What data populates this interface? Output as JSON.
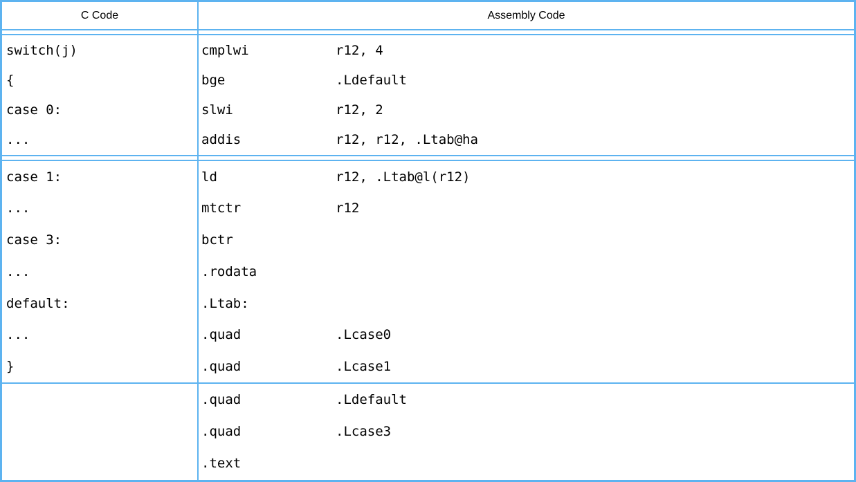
{
  "page": {
    "background": "#ffffff",
    "border_color": "#5db3f0",
    "text_color": "#000000"
  },
  "table": {
    "columns": [
      {
        "label": "C Code"
      },
      {
        "label": "Assembly Code"
      }
    ],
    "sections": [
      {
        "divider_after": "double",
        "rows": [
          {
            "c": "switch(j)",
            "op": "cmplwi",
            "args": "r12, 4"
          },
          {
            "c": "{",
            "op": "bge",
            "args": ".Ldefault"
          },
          {
            "c": "case 0:",
            "op": "slwi",
            "args": "r12, 2"
          },
          {
            "c": "...",
            "op": "addis",
            "args": "r12, r12, .Ltab@ha"
          }
        ]
      },
      {
        "divider_after": "single",
        "rows": [
          {
            "c": "case 1:",
            "op": "ld",
            "args": "r12, .Ltab@l(r12)"
          },
          {
            "c": "...",
            "op": "mtctr",
            "args": "r12"
          },
          {
            "c": "case 3:",
            "op": "bctr",
            "args": ""
          },
          {
            "c": "...",
            "op": ".rodata",
            "args": ""
          },
          {
            "c": "default:",
            "op": ".Ltab:",
            "args": ""
          },
          {
            "c": "...",
            "op": ".quad",
            "args": ".Lcase0"
          },
          {
            "c": "}",
            "op": ".quad",
            "args": ".Lcase1"
          }
        ]
      },
      {
        "divider_after": "none",
        "rows": [
          {
            "c": "",
            "op": ".quad",
            "args": ".Ldefault"
          },
          {
            "c": "",
            "op": ".quad",
            "args": ".Lcase3"
          },
          {
            "c": "",
            "op": ".text",
            "args": ""
          }
        ]
      }
    ]
  }
}
